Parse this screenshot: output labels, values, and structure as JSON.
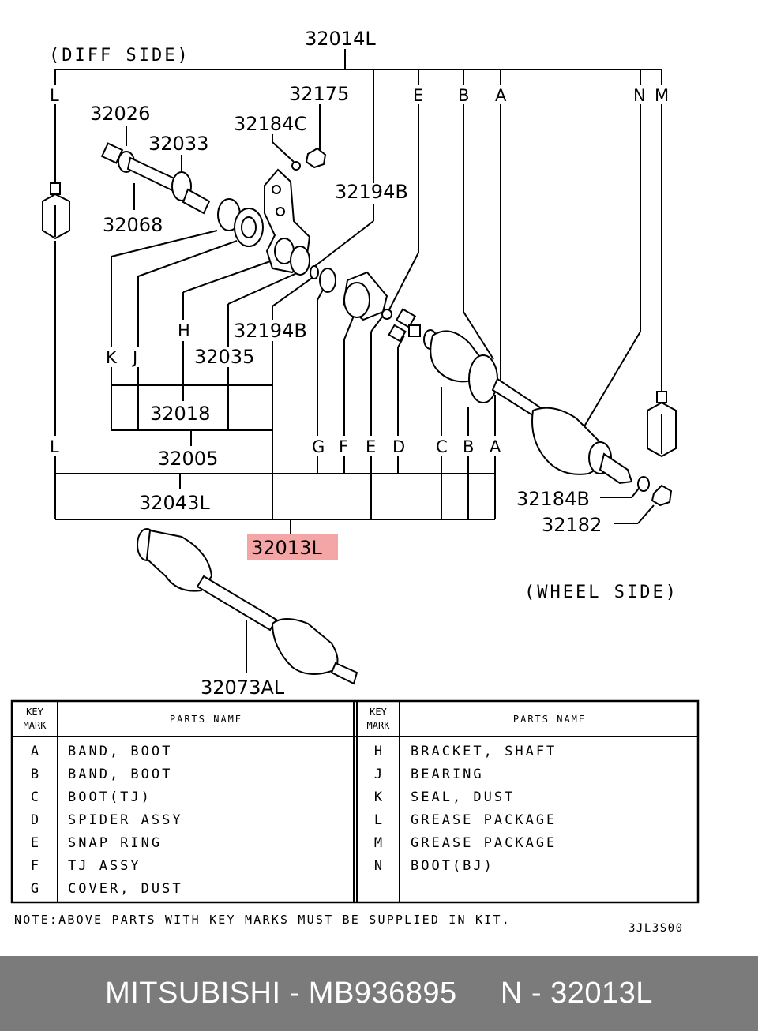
{
  "side_labels": {
    "diff": "(DIFF SIDE)",
    "wheel": "(WHEEL SIDE)"
  },
  "part_numbers": {
    "p32014L": "32014L",
    "p32175": "32175",
    "p32026": "32026",
    "p32184C": "32184C",
    "p32033": "32033",
    "p32194B_top": "32194B",
    "p32068": "32068",
    "p32194B_mid": "32194B",
    "p32035": "32035",
    "p32018": "32018",
    "p32005": "32005",
    "p32043L": "32043L",
    "p32013L": "32013L",
    "p32184B": "32184B",
    "p32182": "32182",
    "p32073AL": "32073AL"
  },
  "key_marks_top": {
    "L": "L",
    "E": "E",
    "B": "B",
    "A": "A",
    "N": "N",
    "M": "M"
  },
  "key_marks_mid": {
    "H": "H",
    "K": "K",
    "J": "J"
  },
  "key_marks_bottom": {
    "L": "L",
    "G": "G",
    "F": "F",
    "E": "E",
    "D": "D",
    "C": "C",
    "B": "B",
    "A": "A"
  },
  "table": {
    "key_header": "KEY\nMARK",
    "name_header": "PARTS NAME",
    "left_rows": [
      {
        "mark": "A",
        "name": "BAND, BOOT"
      },
      {
        "mark": "B",
        "name": "BAND, BOOT"
      },
      {
        "mark": "C",
        "name": "BOOT(TJ)"
      },
      {
        "mark": "D",
        "name": "SPIDER ASSY"
      },
      {
        "mark": "E",
        "name": "SNAP RING"
      },
      {
        "mark": "F",
        "name": "TJ ASSY"
      },
      {
        "mark": "G",
        "name": "COVER, DUST"
      }
    ],
    "right_rows": [
      {
        "mark": "H",
        "name": "BRACKET, SHAFT"
      },
      {
        "mark": "J",
        "name": "BEARING"
      },
      {
        "mark": "K",
        "name": "SEAL, DUST"
      },
      {
        "mark": "L",
        "name": "GREASE PACKAGE"
      },
      {
        "mark": "M",
        "name": "GREASE PACKAGE"
      },
      {
        "mark": "N",
        "name": "BOOT(BJ)"
      }
    ]
  },
  "note": "NOTE:ABOVE PARTS WITH KEY MARKS MUST BE SUPPLIED IN KIT.",
  "drawing_code": "3JL3S00",
  "footer": {
    "text": "MITSUBISHI - MB936895     N - 32013L"
  },
  "colors": {
    "highlight": "#f4a6a6",
    "footer_bg": "#7b7b7b",
    "line": "#000000"
  }
}
